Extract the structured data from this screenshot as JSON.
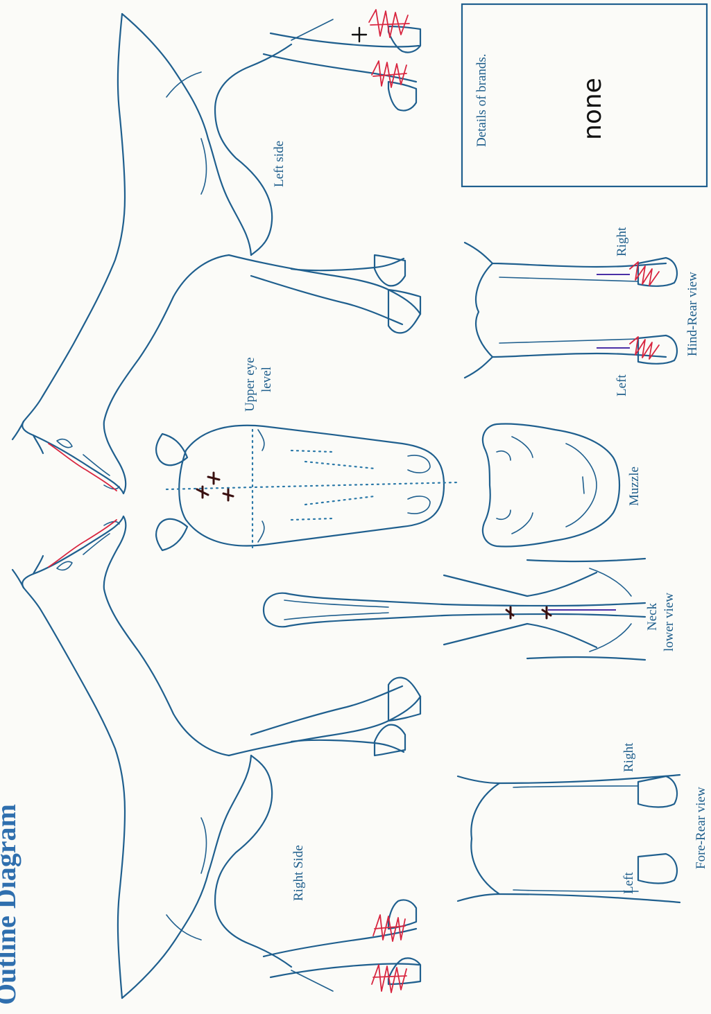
{
  "title": "Outline Diagram",
  "labels": {
    "left_side": "Left side",
    "right_side": "Right Side",
    "upper_eye_level_1": "Upper eye",
    "upper_eye_level_2": "level",
    "muzzle": "Muzzle",
    "neck_lower_1": "Neck",
    "neck_lower_2": "lower view",
    "hind_rear_view": "Hind-Rear view",
    "fore_rear_view": "Fore-Rear view",
    "hind_left": "Left",
    "hind_right": "Right",
    "fore_left": "Left",
    "fore_right": "Right"
  },
  "brands_box": {
    "label": "Details of brands.",
    "handwritten_value": "none"
  },
  "colors": {
    "outline": "#1f5f8e",
    "markings": "#d8253f",
    "whorls": "#3a1010",
    "title": "#2f6fae"
  }
}
